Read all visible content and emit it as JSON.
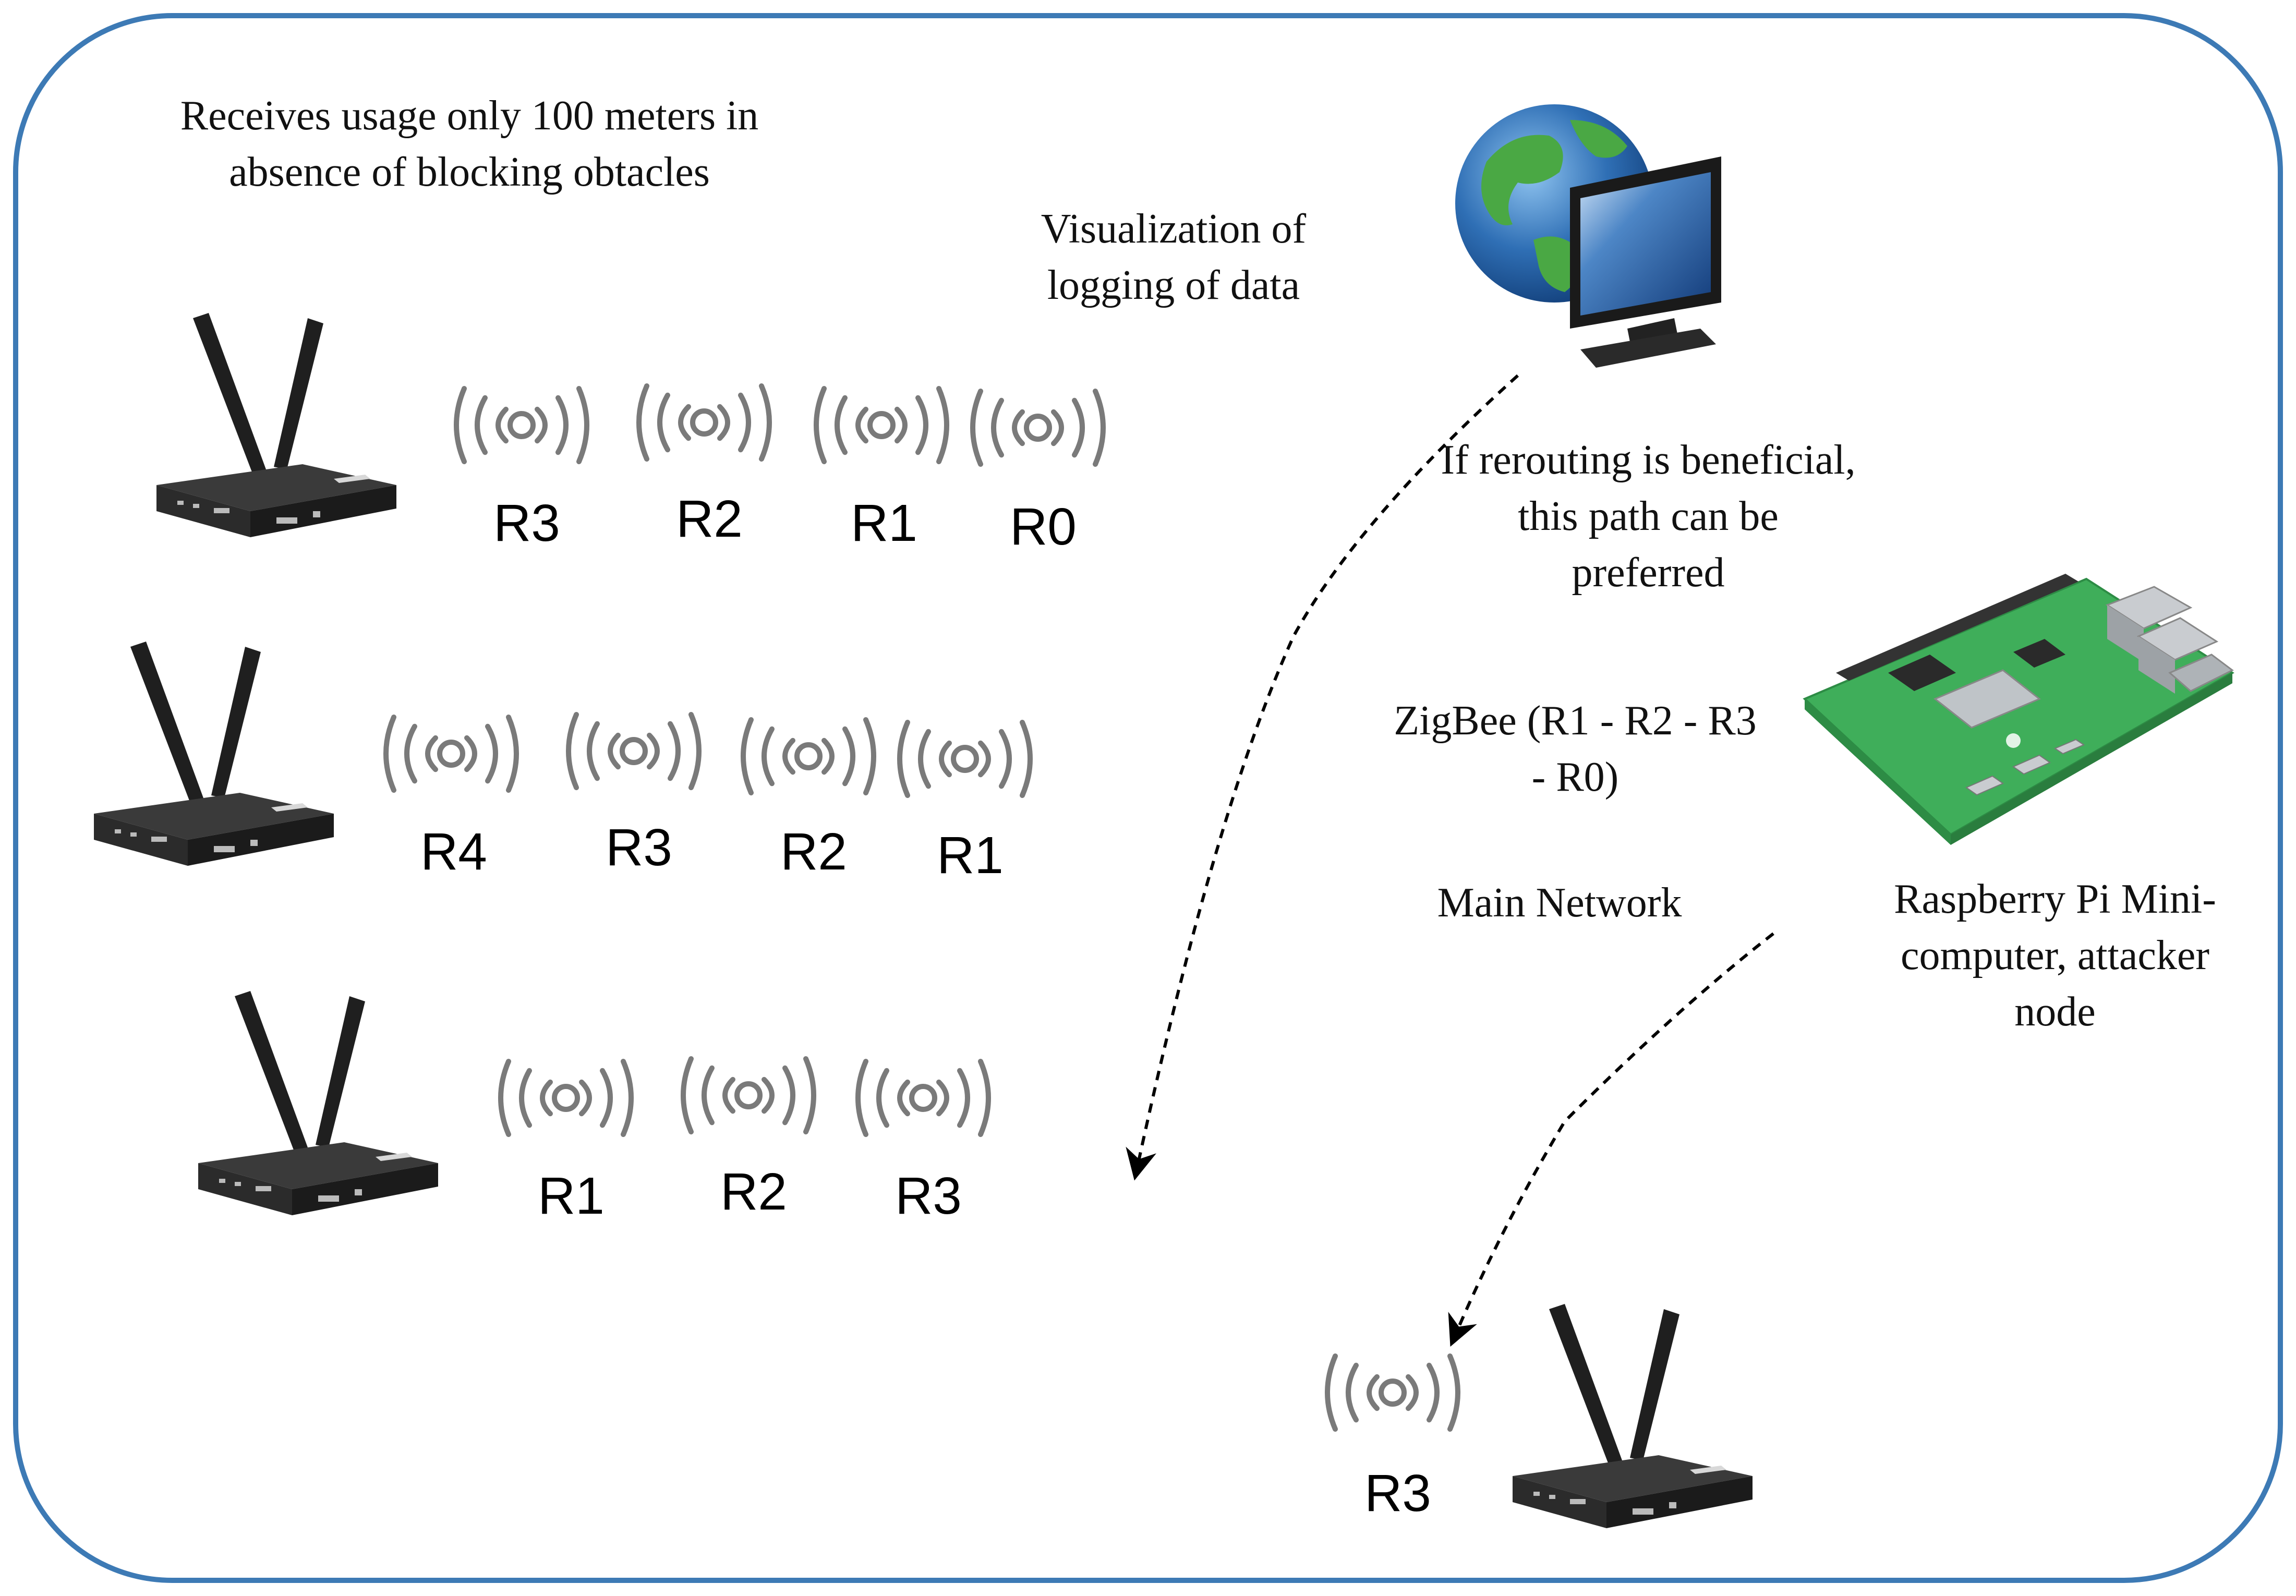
{
  "colors": {
    "frame_border": "#3d7ab5",
    "router_body": "#2b2b2b",
    "antenna": "#1f1f1f",
    "wifi_stroke": "#7a7a7a",
    "pcb_green": "#3fae5a",
    "globe_ocean": "#2f6fb5",
    "globe_land": "#4aa844",
    "monitor_screen": "#1d4f9a",
    "arrow": "#000000"
  },
  "icons": {
    "router": "router-icon",
    "wifi": "wifi-signal-icon",
    "globe_monitor": "globe-monitor-icon",
    "raspberry_pi": "raspberry-pi-board-icon"
  },
  "notes": {
    "range": "Receives usage only 100 meters in absence of blocking obtacles",
    "visualization": "Visualization of logging of data",
    "reroute": "If rerouting is beneficial, this path can be preferred",
    "zigbee": "ZigBee (R1 - R2 - R3 - R0)",
    "main_network": "Main Network",
    "raspberry": "Raspberry Pi Mini-computer, attacker node"
  },
  "groups": {
    "row1": {
      "labels": [
        "R3",
        "R2",
        "R1",
        "R0"
      ]
    },
    "row2": {
      "labels": [
        "R4",
        "R3",
        "R2",
        "R1"
      ]
    },
    "row3": {
      "labels": [
        "R1",
        "R2",
        "R3"
      ]
    },
    "attacker": {
      "labels": [
        "R3"
      ]
    }
  }
}
